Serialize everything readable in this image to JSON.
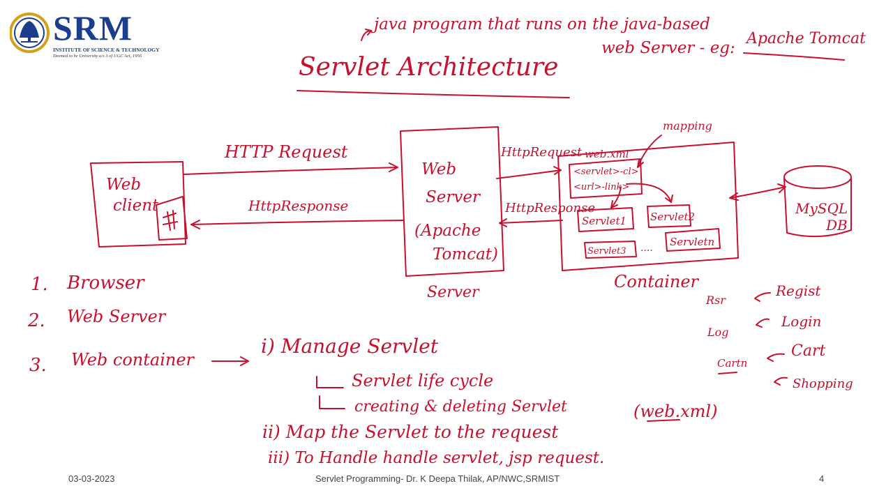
{
  "logo": {
    "name": "SRM",
    "subtitle": "INSTITUTE OF SCIENCE & TECHNOLOGY",
    "tagline": "Deemed to be University u/s 3 of UGC Act, 1956"
  },
  "title": "Servlet Architecture",
  "note": {
    "line1": "java program that runs on the java-based",
    "line2_prefix": "web Server - eg:",
    "line2_example": "Apache Tomcat"
  },
  "diagram": {
    "client_label_1": "Web",
    "client_label_2": "client",
    "server_lines": [
      "Web",
      "Server",
      "(Apache",
      "Tomcat)"
    ],
    "server_caption": "Server",
    "http_request": "HTTP Request",
    "http_response": "HttpResponse",
    "req_to_container": "HttpRequest",
    "resp_from_container": "HttpResponse",
    "webxml": "web.xml",
    "webxml_line1": "<servlet>-cl>",
    "webxml_line2": "<url>-link>",
    "mapping": "mapping",
    "servlets": [
      "Servlet1",
      "Servlet2",
      "Servlet3",
      "Servletn"
    ],
    "ellipsis": "....",
    "container_caption": "Container",
    "db_line1": "MySQL",
    "db_line2": "DB"
  },
  "list": [
    {
      "num": "1.",
      "text": "Browser"
    },
    {
      "num": "2.",
      "text": "Web Server"
    },
    {
      "num": "3.",
      "text": "Web container"
    }
  ],
  "duties": {
    "d1": "i) Manage Servlet",
    "d1a": "Servlet life cycle",
    "d1b": "creating & deleting Servlet",
    "d2_prefix": "ii) Map the Servlet to the request",
    "d2_note": "(web.xml)",
    "d3": "iii) To Handle handle servlet, jsp request."
  },
  "side_notes": [
    {
      "short": "Rsr",
      "full": "Regist"
    },
    {
      "short": "Log",
      "full": "Login"
    },
    {
      "short": "Cartn",
      "full": "Cart"
    },
    {
      "short": "",
      "full": "Shopping"
    }
  ],
  "footer": {
    "date": "03-03-2023",
    "center": "Servlet Programming- Dr. K Deepa Thilak, AP/NWC,SRMIST",
    "page": "4"
  },
  "colors": {
    "ink": "#c8102e",
    "logo_blue": "#1a3e8c",
    "logo_gold": "#d4a017"
  }
}
